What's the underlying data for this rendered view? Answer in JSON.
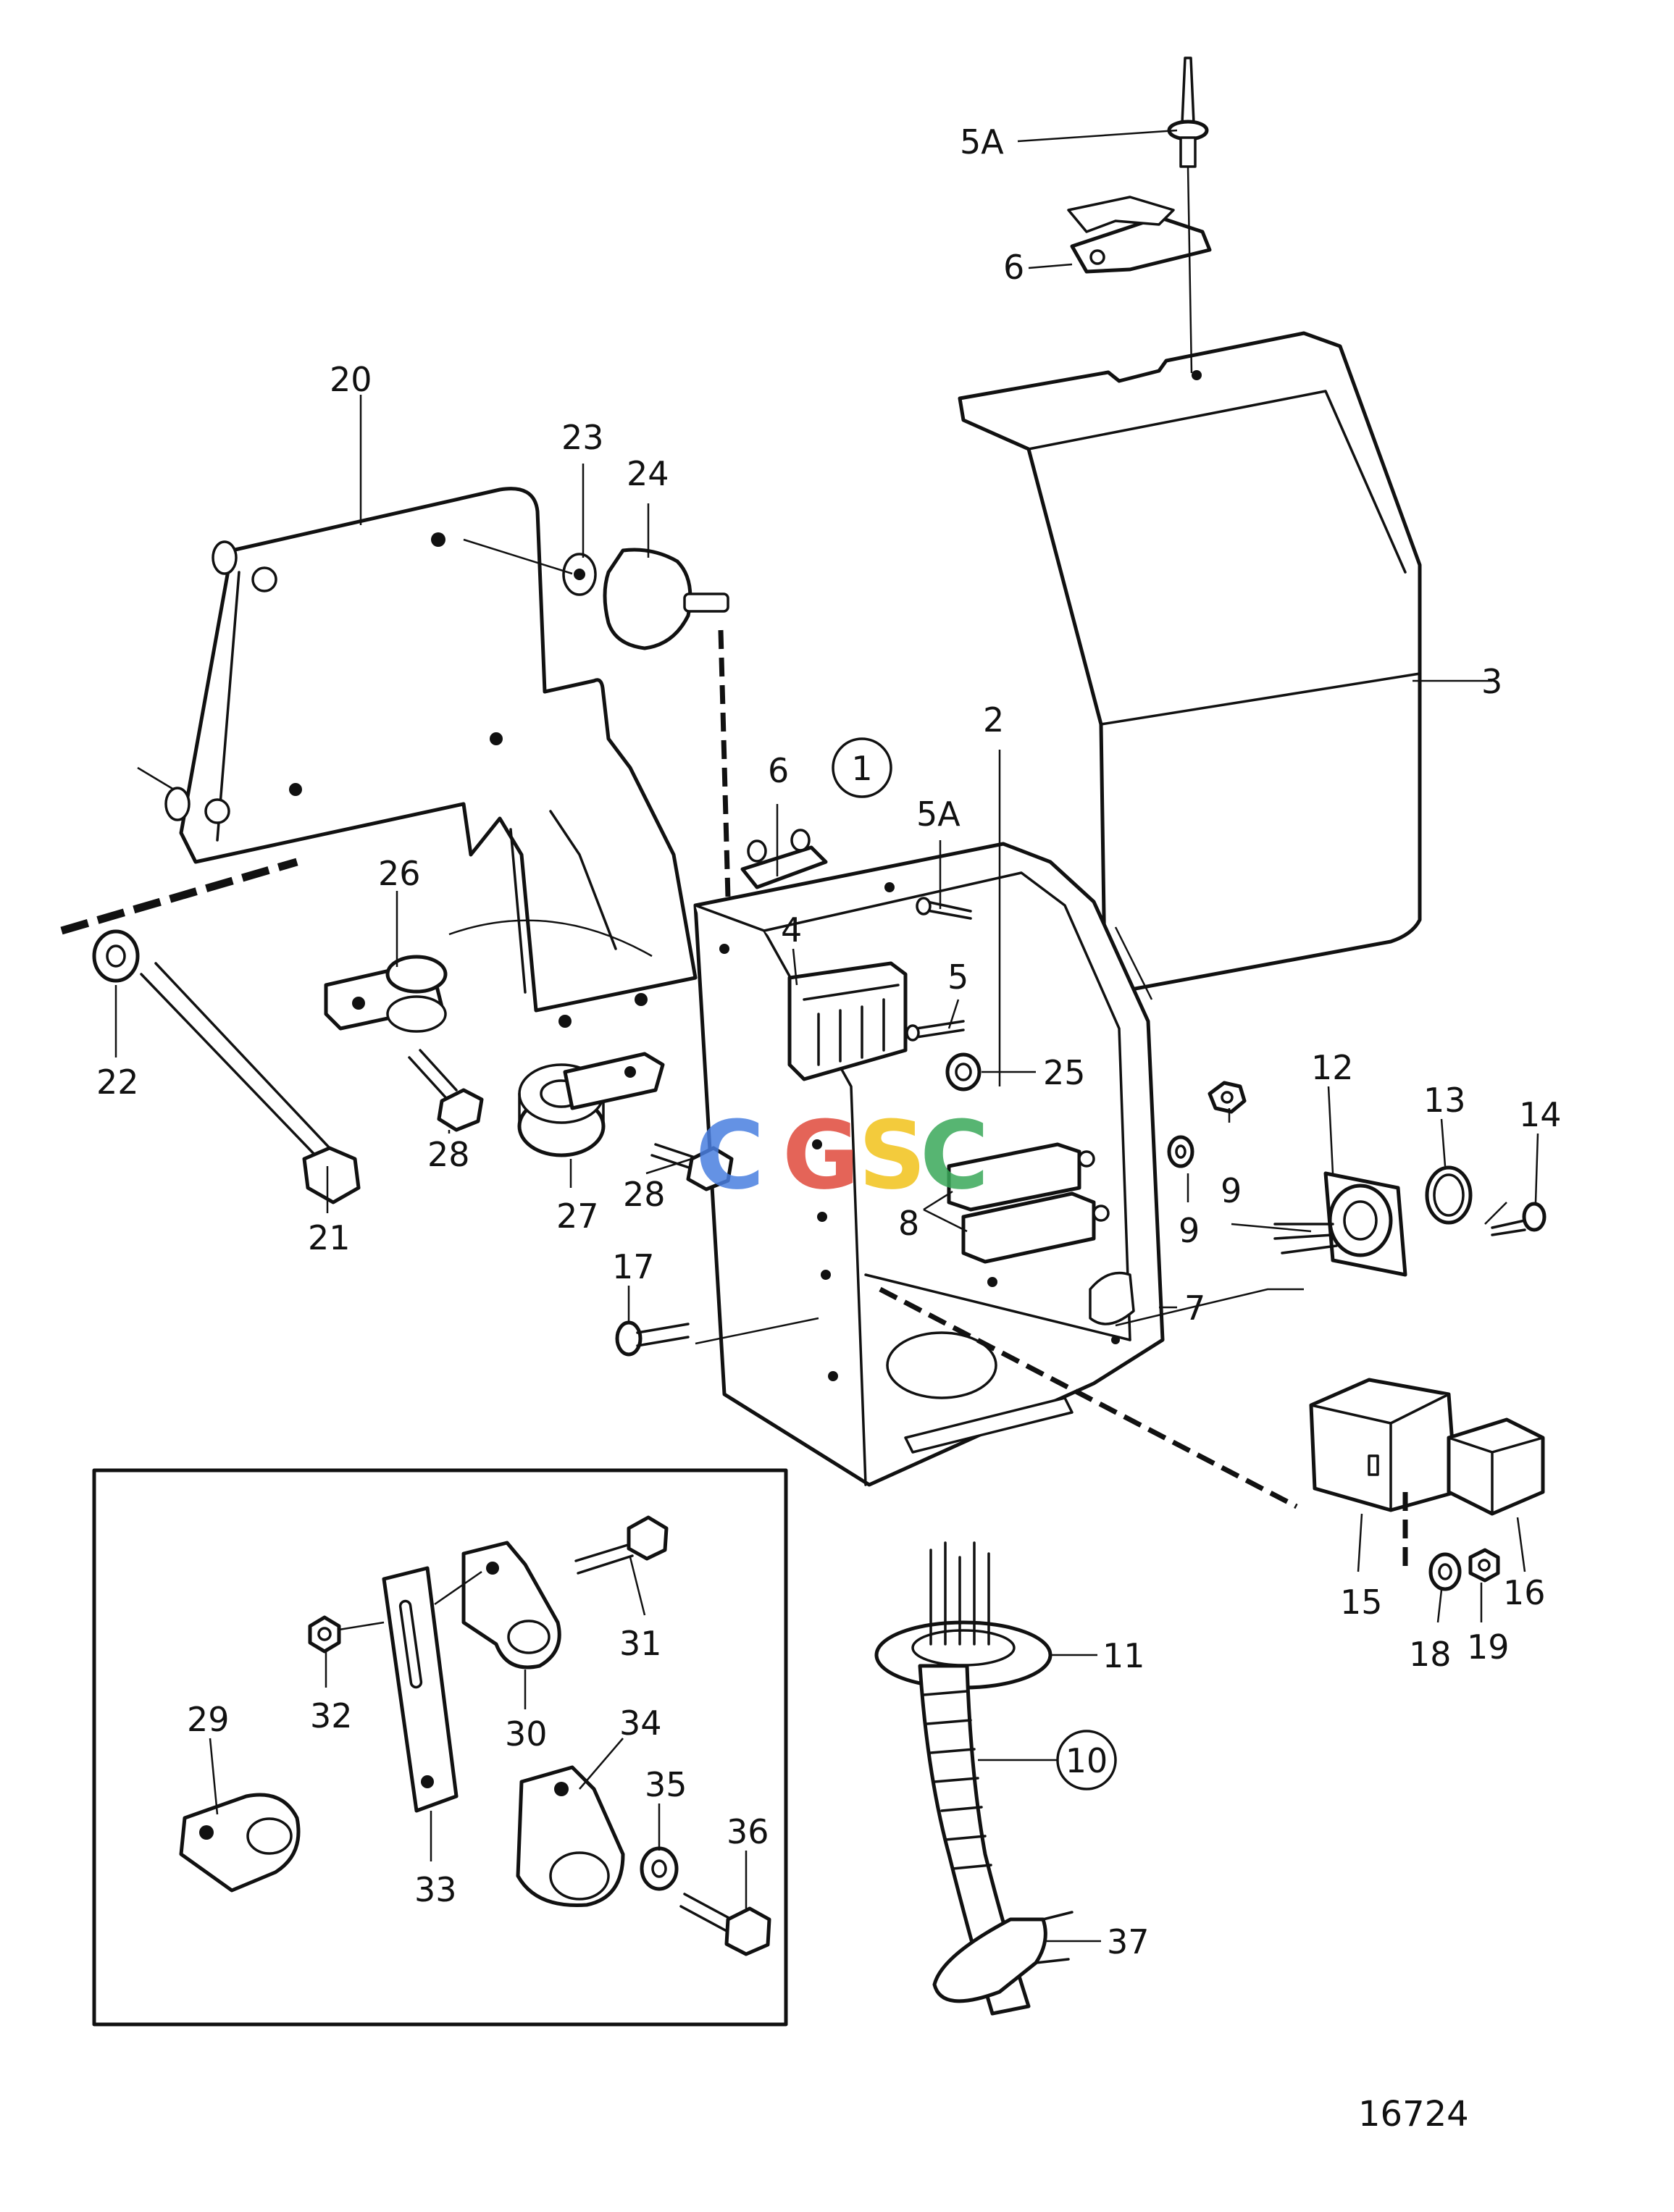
{
  "labels": {
    "l5a_top": "5A",
    "l6_top": "6",
    "l20": "20",
    "l23": "23",
    "l24": "24",
    "l3": "3",
    "l1": "1",
    "l2": "2",
    "l6_mid": "6",
    "l5a_mid": "5A",
    "l4": "4",
    "l5": "5",
    "l25": "25",
    "l26": "26",
    "l22": "22",
    "l28_left": "28",
    "l28_right": "28",
    "l27": "27",
    "l21": "21",
    "l17": "17",
    "l8": "8",
    "l9_top": "9",
    "l9_bottom": "9",
    "l12": "12",
    "l13": "13",
    "l14": "14",
    "l7": "7",
    "l15": "15",
    "l16": "16",
    "l18": "18",
    "l19": "19",
    "l11": "11",
    "l10": "10",
    "l37": "37",
    "l29": "29",
    "l30": "30",
    "l31": "31",
    "l32": "32",
    "l33": "33",
    "l34": "34",
    "l35": "35",
    "l36": "36"
  },
  "drawing_number": "16724",
  "watermark": {
    "letters": [
      "C",
      "G",
      "S",
      "C"
    ],
    "colors": [
      "#4a7fe0",
      "#e04a3c",
      "#f2c21b",
      "#3aa95a"
    ]
  }
}
